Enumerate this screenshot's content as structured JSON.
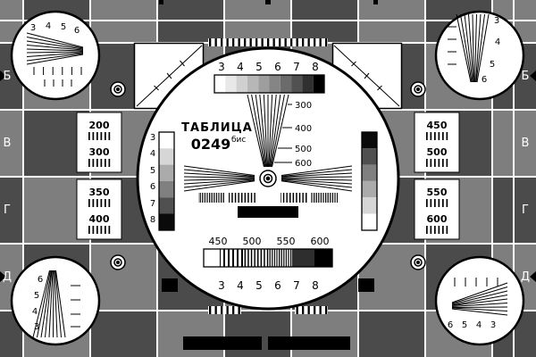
{
  "colors": {
    "grid_mid": "#7e7e7e",
    "grid_dark": "#4b4b4b",
    "grid_line": "#ffffff",
    "ink": "#000000",
    "paper": "#ffffff",
    "letter": "#ffffff"
  },
  "title": {
    "word": "ТАБЛИЦА",
    "number": "0249",
    "suffix": "бис"
  },
  "row_letters": {
    "left": [
      "Б",
      "В",
      "Г",
      "Д"
    ],
    "right": [
      "Б",
      "В",
      "Г",
      "Д"
    ]
  },
  "center": {
    "top_scale": [
      "3",
      "4",
      "5",
      "6",
      "7",
      "8"
    ],
    "wedge_labels": [
      "300",
      "400",
      "500",
      "600"
    ],
    "left_scale": [
      "3",
      "4",
      "5",
      "6",
      "7",
      "8"
    ],
    "freq_labels": [
      "450",
      "500",
      "550",
      "600"
    ],
    "bottom_scale": [
      "3",
      "4",
      "5",
      "6",
      "7",
      "8"
    ]
  },
  "corners": {
    "top_left": [
      "3",
      "4",
      "5",
      "6"
    ],
    "top_right": [
      "3",
      "4",
      "5",
      "6"
    ],
    "bottom_left": [
      "6",
      "5",
      "4",
      "3"
    ],
    "bottom_right": [
      "6",
      "5",
      "4",
      "3"
    ]
  },
  "panels": {
    "left_upper": [
      "200",
      "300"
    ],
    "left_lower": [
      "350",
      "400"
    ],
    "right_upper": [
      "450",
      "500"
    ],
    "right_lower": [
      "550",
      "600"
    ]
  }
}
